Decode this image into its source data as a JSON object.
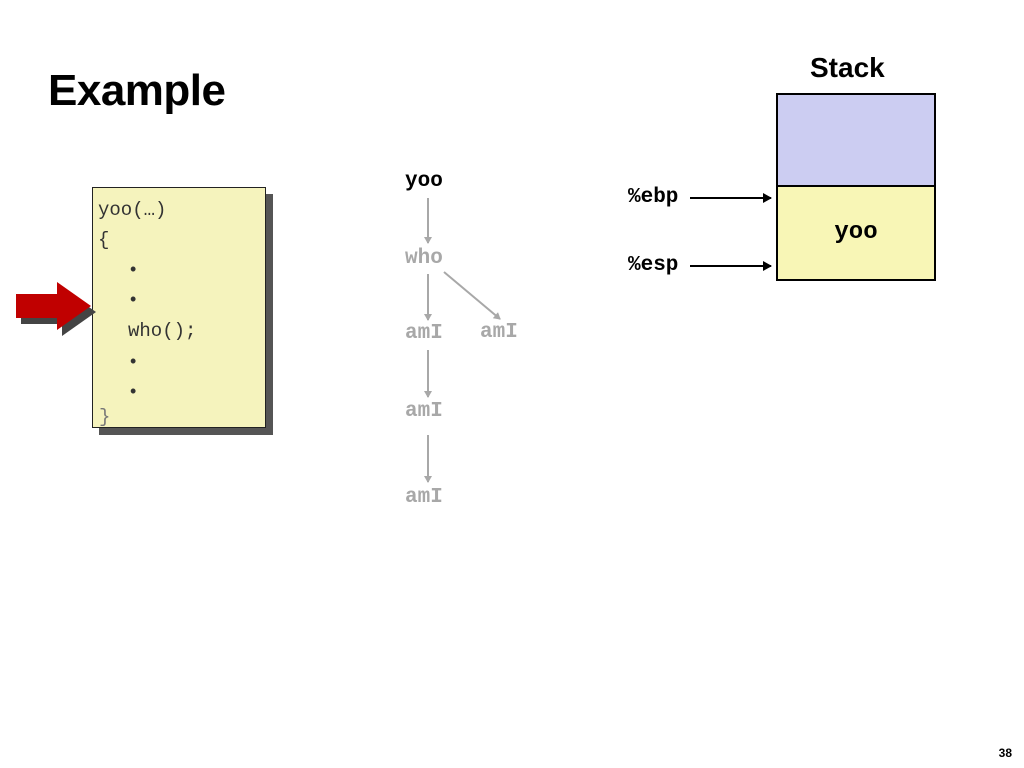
{
  "slide": {
    "title": "Example",
    "page_number": "38"
  },
  "code": {
    "signature": "yoo(…)",
    "open_brace": "{",
    "bullet": "•",
    "call": "who();",
    "close_brace": "}"
  },
  "call_tree": {
    "root": "yoo",
    "child": "who",
    "grandchild_left": "amI",
    "grandchild_right": "amI",
    "great_grandchild": "amI",
    "great_great_grandchild": "amI",
    "active_node": "yoo"
  },
  "stack": {
    "title": "Stack",
    "frames": [
      {
        "label": "",
        "color": "#cccdf2"
      },
      {
        "label": "yoo",
        "color": "#f8f6b6"
      }
    ],
    "registers": {
      "ebp": "%ebp",
      "esp": "%esp"
    }
  },
  "colors": {
    "pointer_arrow": "#c00000",
    "tree_inactive": "#a8a8a8",
    "code_background": "#f5f3bd"
  }
}
